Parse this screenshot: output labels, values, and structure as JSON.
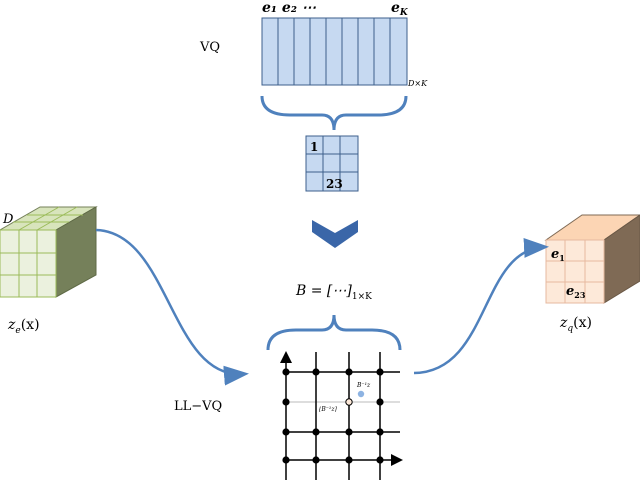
{
  "vq": {
    "label": "VQ",
    "codebook_left_label": "e₁ e₂ ⋯",
    "codebook_right_label": "e",
    "codebook_right_sub": "K",
    "codebook_dim": "D×K",
    "index_top": "1",
    "index_bottom": "23"
  },
  "input": {
    "dim_label": "D",
    "caption_main": "z",
    "caption_sub": "e",
    "caption_arg": "(x)"
  },
  "output": {
    "cell_top": "e",
    "cell_top_sub": "1",
    "cell_bottom": "e",
    "cell_bottom_sub": "23",
    "caption_main": "z",
    "caption_sub": "q",
    "caption_arg": "(x)"
  },
  "llvq": {
    "label": "LL−VQ",
    "matrix_eq": "B = [⋯]",
    "matrix_sub": "1×K",
    "point_label_a": "B⁻¹z",
    "point_label_b": "⌊B⁻¹z⌉"
  },
  "colors": {
    "codebook_fill": "#c6d9f1",
    "codebook_stroke": "#3d5f8c",
    "input_front": "#ebf1de",
    "input_top": "#d8e4bc",
    "input_side": "#75805a",
    "input_grid": "#9bbb59",
    "output_front": "#fde9d9",
    "output_top": "#fcd5b4",
    "output_side": "#7f6a55",
    "arrow": "#4f81bd",
    "chevron": "#3a66a8",
    "lattice": "#000000",
    "point_blue": "#8db3e2"
  }
}
